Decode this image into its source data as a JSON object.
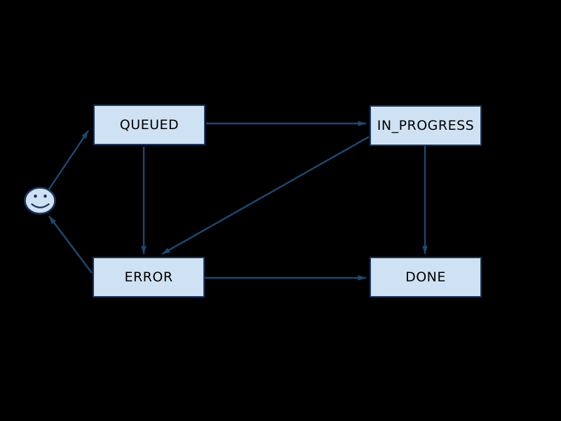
{
  "diagram": {
    "type": "state-machine",
    "background_color": "#000000",
    "node_fill_color": "#cfe2f3",
    "node_border_color": "#17375e",
    "edge_color": "#1b4a73",
    "node_text_color": "#000000",
    "nodes": [
      {
        "id": "start",
        "shape": "smiley-face",
        "label": ""
      },
      {
        "id": "queued",
        "shape": "box",
        "label": "QUEUED"
      },
      {
        "id": "in_progress",
        "shape": "box",
        "label": "IN_PROGRESS"
      },
      {
        "id": "error",
        "shape": "box",
        "label": "ERROR"
      },
      {
        "id": "done",
        "shape": "box",
        "label": "DONE"
      }
    ],
    "edges": [
      {
        "from": "start",
        "to": "queued"
      },
      {
        "from": "queued",
        "to": "in_progress"
      },
      {
        "from": "queued",
        "to": "error"
      },
      {
        "from": "in_progress",
        "to": "error"
      },
      {
        "from": "in_progress",
        "to": "done"
      },
      {
        "from": "error",
        "to": "done"
      },
      {
        "from": "error",
        "to": "start"
      }
    ]
  }
}
